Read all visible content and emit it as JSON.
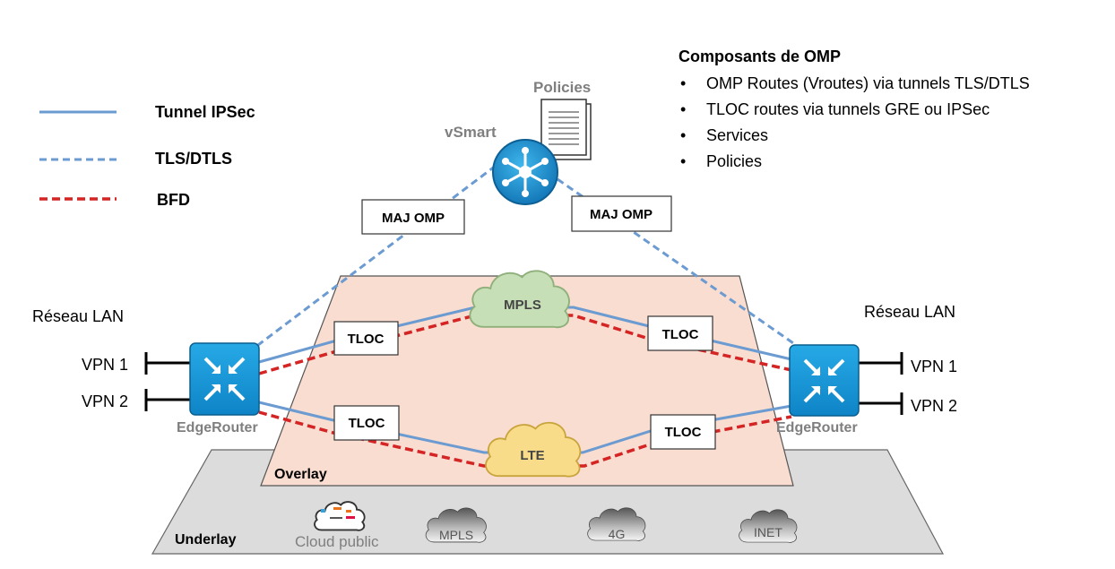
{
  "legend": {
    "tunnel_ipsec": "Tunnel IPSec",
    "tls_dtls": "TLS/DTLS",
    "bfd": "BFD"
  },
  "omp_components": {
    "title": "Composants de OMP",
    "bullet": "•",
    "items": [
      "OMP Routes (Vroutes) via tunnels TLS/DTLS",
      "TLOC routes via tunnels GRE ou IPSec",
      "Services",
      "Policies"
    ]
  },
  "controller": {
    "policies_label": "Policies",
    "vsmart_label": "vSmart",
    "maj_omp_left": "MAJ OMP",
    "maj_omp_right": "MAJ OMP"
  },
  "left_site": {
    "lan_label": "Réseau LAN",
    "vpn1": "VPN 1",
    "vpn2": "VPN 2",
    "router_label": "EdgeRouter"
  },
  "right_site": {
    "lan_label": "Réseau LAN",
    "vpn1": "VPN 1",
    "vpn2": "VPN 2",
    "router_label": "EdgeRouter"
  },
  "overlay": {
    "label": "Overlay",
    "mpls_cloud": "MPLS",
    "lte_cloud": "LTE",
    "tloc_top_left": "TLOC",
    "tloc_top_right": "TLOC",
    "tloc_bottom_left": "TLOC",
    "tloc_bottom_right": "TLOC"
  },
  "underlay": {
    "label": "Underlay",
    "cloud_public": "Cloud public",
    "mpls": "MPLS",
    "g4": "4G",
    "inet": "INET"
  },
  "colors": {
    "ipsec_line": "#6b9bd1",
    "tls_line": "#6b9bd1",
    "bfd_line": "#d42424",
    "overlay_fill": "#f9ddd0",
    "underlay_fill": "#dcdcdc",
    "mpls_cloud_fill": "#c7dfb6",
    "lte_cloud_fill": "#f8dc8a",
    "router_fill": "#1a9fd8",
    "grey_label": "#7f7f7f"
  }
}
